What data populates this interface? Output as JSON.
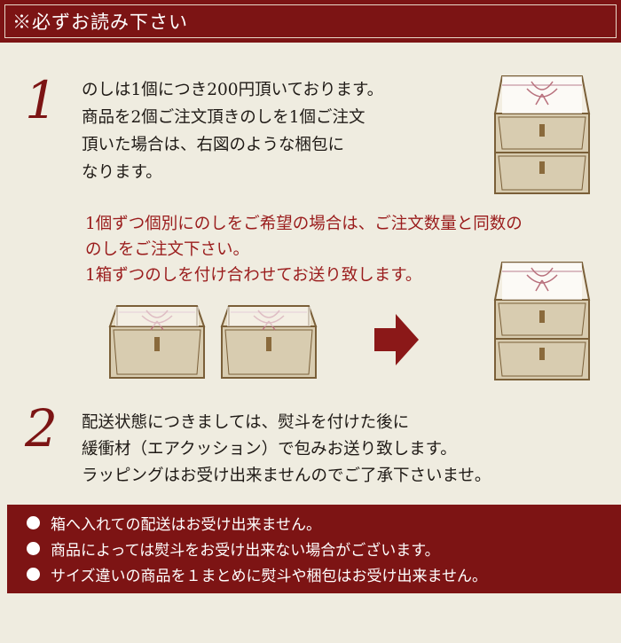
{
  "header": {
    "title": "※必ずお読み下さい"
  },
  "steps": {
    "one": {
      "number": "1",
      "lines": [
        "のしは1個につき200円頂いております。",
        "商品を2個ご注文頂きのしを1個ご注文",
        "頂いた場合は、右図のような梱包に",
        "なります。"
      ]
    },
    "note": {
      "lines": [
        "1個ずつ個別にのしをご希望の場合は、ご注文数量と同数の",
        "のしをご注文下さい。",
        "1箱ずつのしを付け合わせてお送り致します。"
      ]
    },
    "two": {
      "number": "2",
      "lines": [
        "配送状態につきましては、熨斗を付けた後に",
        "緩衝材（エアクッション）で包みお送り致します。",
        "ラッピングはお受け出来ませんのでご了承下さいませ。"
      ]
    }
  },
  "notices": [
    "箱へ入れての配送はお受け出来ません。",
    "商品によっては熨斗をお受け出来ない場合がございます。",
    "サイズ違いの商品を１まとめに熨斗や梱包はお受け出来ません。"
  ],
  "colors": {
    "accent": "#7c1414",
    "note_text": "#9a1c1c",
    "background": "#efece0",
    "box": "#d8ccb0"
  }
}
